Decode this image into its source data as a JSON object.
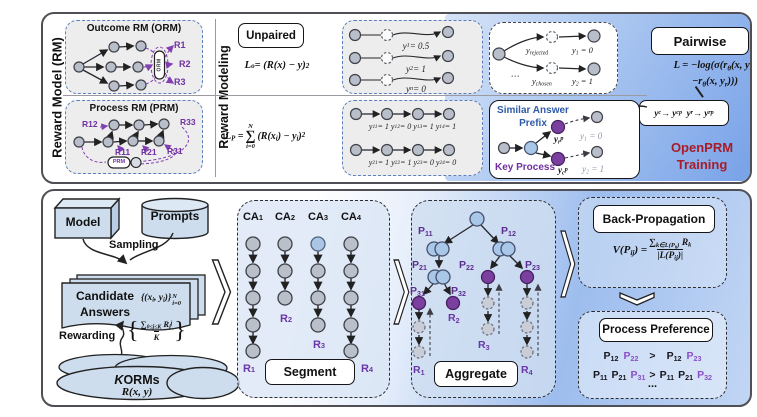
{
  "top": {
    "rm_label": "Reward Model (RM)",
    "modeling_label": "Reward Modeling",
    "orm": {
      "title": "Outcome RM (ORM)",
      "pill": "ORM",
      "r1": "R1",
      "r2": "R2",
      "r3": "R3"
    },
    "prm": {
      "title": "Process RM (PRM)",
      "pill": "PRM",
      "r12": "R12",
      "r33": "R33",
      "r11": "R11",
      "r21": "R21",
      "r31": "R31"
    },
    "unpaired": {
      "title": "Unpaired",
      "loss": "L<sub>o</sub> = (R(x) − y)<sup>2</sup>",
      "rows": [
        "y<sub>1</sub> = 0.5",
        "y<sub>2</sub> = 1",
        "y<sub>n</sub> = 0"
      ],
      "lp_lhs": "L<sub>P</sub> =",
      "lp_sum_top": "N",
      "lp_sigma": "∑",
      "lp_sum_bot": "i=0",
      "lp_body": "(R(x<sub>i</sub>) − y<sub>i</sub>)<sup>2</sup>",
      "chain_row1": "y<sub>11</sub> = 1 y<sub>12</sub> = 0 y<sub>13</sub> = 1 y<sub>14</sub> = 1",
      "chain_row2": "y<sub>21</sub> = 1 y<sub>22</sub> = 1 y<sub>23</sub> = 0 y<sub>24</sub> = 0"
    },
    "pairwise": {
      "title": "Pairwise",
      "loss_line1": "L = −log(σ(r<sub>θ</sub>(x, y<sub>c</sub>)",
      "loss_line2": "−r<sub>θ</sub>(x, y<sub>r</sub>)))",
      "rejected_label": "y<sub>rejected</sub>",
      "chosen_label": "y<sub>chosen</sub>",
      "dots": "⋯",
      "y1": "y<sub>1</sub> = 0",
      "y2": "y<sub>2</sub> = 1",
      "mapping": "y<sub>c</sub> → y<sub>c</sub><sup>p</sup> &nbsp; y<sub>r</sub> → y<sub>r</sub><sup>p</sup>",
      "openprm_line1": "OpenPRM",
      "openprm_line2": "Training"
    },
    "similar": {
      "prefix_label": "Similar Answer<br>Prefix",
      "key_label": "Key Process",
      "yr": "y<sub>r</sub><sup>p</sup>",
      "yc": "y<sub>c</sub><sup>p</sup>",
      "y1": "y<sub>1</sub> = 0",
      "y2": "y<sub>2</sub> = 1"
    }
  },
  "bottom": {
    "model_label": "Model",
    "prompts_label": "Prompts",
    "sampling_label": "Sampling",
    "candidate_label": "Candidate<br>Answers",
    "candidate_formula": "{(x<sub>i</sub>, y<sub>i</sub>)}",
    "candidate_sup": "N",
    "candidate_sub": "i=0",
    "rewarding_label": "Rewarding",
    "reward_brace_l": "{",
    "reward_num": "∑<sub>0≤j≤K</sub> R<sub>i</sub><sup>j</sup>",
    "reward_den": "K",
    "reward_brace_r": "}",
    "korms_label": "<i>K</i> ORMs",
    "korms_formula": "R(x, y)",
    "segment": {
      "title": "Segment",
      "headers": [
        "CA<sub>1</sub>",
        "CA<sub>2</sub>",
        "CA<sub>3</sub>",
        "CA<sub>4</sub>"
      ],
      "r1": "R<sub>1</sub>",
      "r2": "R<sub>2</sub>",
      "r3": "R<sub>3</sub>",
      "r4": "R<sub>4</sub>"
    },
    "aggregate": {
      "title": "Aggregate",
      "p11": "P<sub>11</sub>",
      "p12": "P<sub>12</sub>",
      "p21": "P<sub>21</sub>",
      "p22": "P<sub>22</sub>",
      "p23": "P<sub>23</sub>",
      "p31": "P<sub>31</sub>",
      "p32": "P<sub>32</sub>",
      "r1": "R<sub>1</sub>",
      "r2": "R<sub>2</sub>",
      "r3": "R<sub>3</sub>",
      "r4": "R<sub>4</sub>"
    },
    "backprop": {
      "title": "Back-Propagation",
      "lhs": "V(P<sub>ij</sub>) =",
      "num": "∑<sub>k∈L(P<sub>ij</sub>)</sub> R<sub>k</sub>",
      "den": "|L(P<sub>ij</sub>)|"
    },
    "preference": {
      "title": "Process Preference",
      "line1": [
        "P<sub>12</sub>",
        "P<sub>22</sub>",
        ">",
        "P<sub>12</sub>",
        "P<sub>23</sub>"
      ],
      "line2": [
        "P<sub>11</sub>",
        "P<sub>21</sub>",
        "P<sub>31</sub>",
        ">",
        "P<sub>11</sub>",
        "P<sub>21</sub>",
        "P<sub>32</sub>"
      ],
      "dots": "..."
    }
  },
  "colors": {
    "accent_purple": "#7030a0",
    "node_purple": "#7b3fa0",
    "node_blue": "#a9c7e8",
    "openprm_red": "#a81c28",
    "panel_blue": "#78a2e8",
    "similar_blue": "#2e5aa8",
    "preference_purple": "#8a4fc8"
  }
}
